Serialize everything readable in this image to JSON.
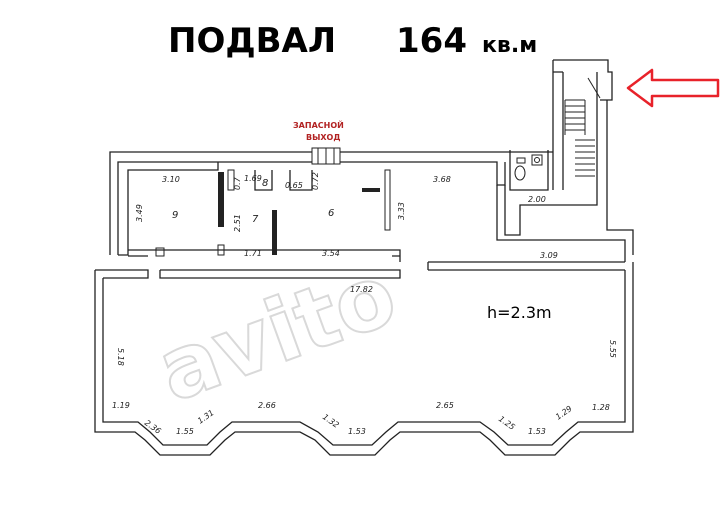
{
  "title": {
    "main": "ПОДВАЛ",
    "area": "164",
    "unit": "кв.м"
  },
  "emergency_exit": {
    "line1": "ЗАПАСНОЙ",
    "line2": "ВЫХОД"
  },
  "ceiling_height": "h=2.3m",
  "rooms": {
    "r9": "9",
    "r7": "7",
    "r6": "6",
    "r8": "8"
  },
  "dimensions": {
    "d310": "3.10",
    "d169": "1.69",
    "d07": "0.7",
    "d065": "0.65",
    "d072": "0.72",
    "d368": "3.68",
    "d349": "3.49",
    "d251": "2.51",
    "d333": "3.33",
    "d171": "1.71",
    "d354": "3.54",
    "d200": "2.00",
    "d309": "3.09",
    "d1782": "17.82",
    "d518": "5.18",
    "d555": "5.55",
    "d119": "1.19",
    "d236": "2.36",
    "d155": "1.55",
    "d131": "1.31",
    "d266": "2.66",
    "d132": "1.32",
    "d153a": "1.53",
    "d265": "2.65",
    "d125": "1.25",
    "d153b": "1.53",
    "d129": "1.29",
    "d128": "1.28"
  },
  "colors": {
    "arrow": "#e8222a",
    "exit_text": "#b22222",
    "walls": "#222222"
  },
  "watermark": {
    "text": "avito"
  }
}
